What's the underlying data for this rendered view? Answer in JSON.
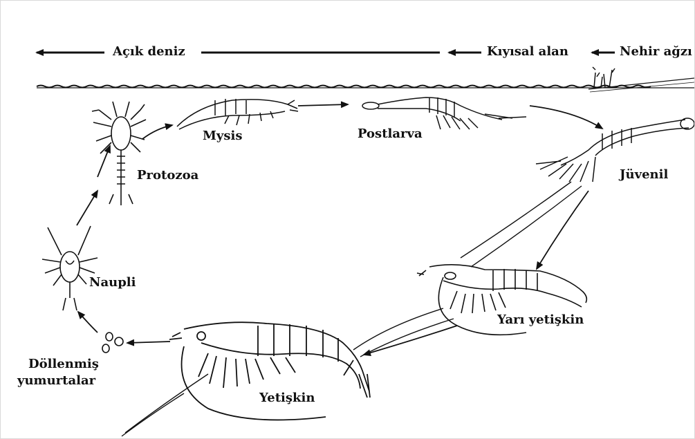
{
  "zones": {
    "open_sea": "Açık deniz",
    "coastal": "Kıyısal alan",
    "estuary": "Nehir ağzı"
  },
  "stages": {
    "protozoa": "Protozoa",
    "mysis": "Mysis",
    "postlarva": "Postlarva",
    "juvenile": "Jüvenil",
    "subadult": "Yarı yetişkin",
    "adult": "Yetişkin",
    "nauplii": "Naupli",
    "eggs_line1": "Döllenmiş",
    "eggs_line2": "yumurtalar"
  },
  "colors": {
    "ink": "#111111",
    "background": "#ffffff",
    "border": "#d9d9d9"
  }
}
